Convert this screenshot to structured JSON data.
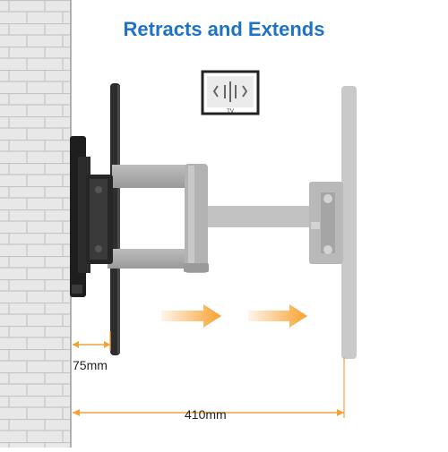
{
  "title": "Retracts and Extends",
  "tv_icon": {
    "caption": "TV",
    "icon": "tv-screen-icon"
  },
  "dimensions": {
    "retracted": "75mm",
    "extended": "410mm"
  },
  "colors": {
    "title": "#1f73c7",
    "arrow": "#f7a12e",
    "dimension_line": "#f0a33a",
    "wall": "#e6e6e6",
    "brick_mortar": "#c9c9c9",
    "mount_black": "#1e1e1e",
    "arm_gray": "#a7a7a7"
  },
  "icons": [
    "brick-wall-icon",
    "tv-screen-icon",
    "arrow-right-icon",
    "articulating-arm-icon"
  ]
}
